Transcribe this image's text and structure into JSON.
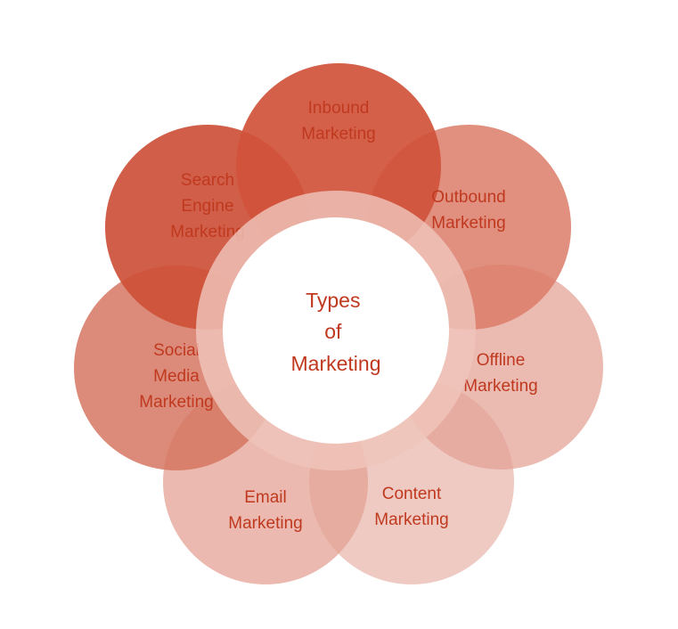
{
  "diagram": {
    "center": {
      "lines": [
        "Types",
        "of",
        "Marketing"
      ]
    },
    "petals": [
      {
        "id": "inbound",
        "lines": [
          "Inbound",
          "Marketing"
        ],
        "color": "#d0533b",
        "opacity": 0.92
      },
      {
        "id": "outbound",
        "lines": [
          "Outbound",
          "Marketing"
        ],
        "color": "#dc7b68",
        "opacity": 0.85
      },
      {
        "id": "offline",
        "lines": [
          "Offline",
          "Marketing"
        ],
        "color": "#e3a194",
        "opacity": 0.72
      },
      {
        "id": "content",
        "lines": [
          "Content",
          "Marketing"
        ],
        "color": "#e8b3a9",
        "opacity": 0.7
      },
      {
        "id": "email",
        "lines": [
          "Email",
          "Marketing"
        ],
        "color": "#e4a294",
        "opacity": 0.75
      },
      {
        "id": "social",
        "lines": [
          "Social",
          "Media",
          "Marketing"
        ],
        "color": "#d67661",
        "opacity": 0.85
      },
      {
        "id": "search",
        "lines": [
          "Search",
          "Engine",
          "Marketing"
        ],
        "color": "#cd5038",
        "opacity": 0.92
      }
    ],
    "ring_color": "#efc4bb"
  }
}
